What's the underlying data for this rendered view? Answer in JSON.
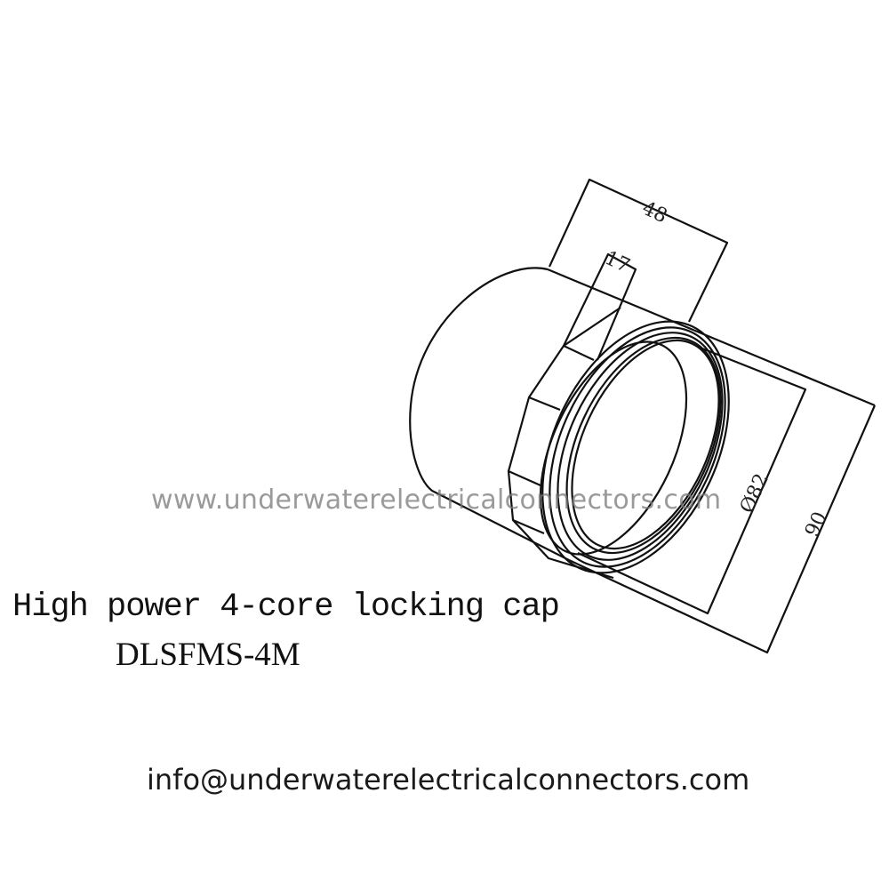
{
  "drawing": {
    "dimensions": {
      "length_total": "48",
      "nut_width": "17",
      "inner_diameter": "Ø82",
      "outer_diameter": "90"
    }
  },
  "caption": {
    "title": "High power 4-core locking cap",
    "model": "DLSFMS-4M"
  },
  "watermark": "www.underwaterelectricalconnectors.com",
  "contact": {
    "email": "info@underwaterelectricalconnectors.com"
  }
}
